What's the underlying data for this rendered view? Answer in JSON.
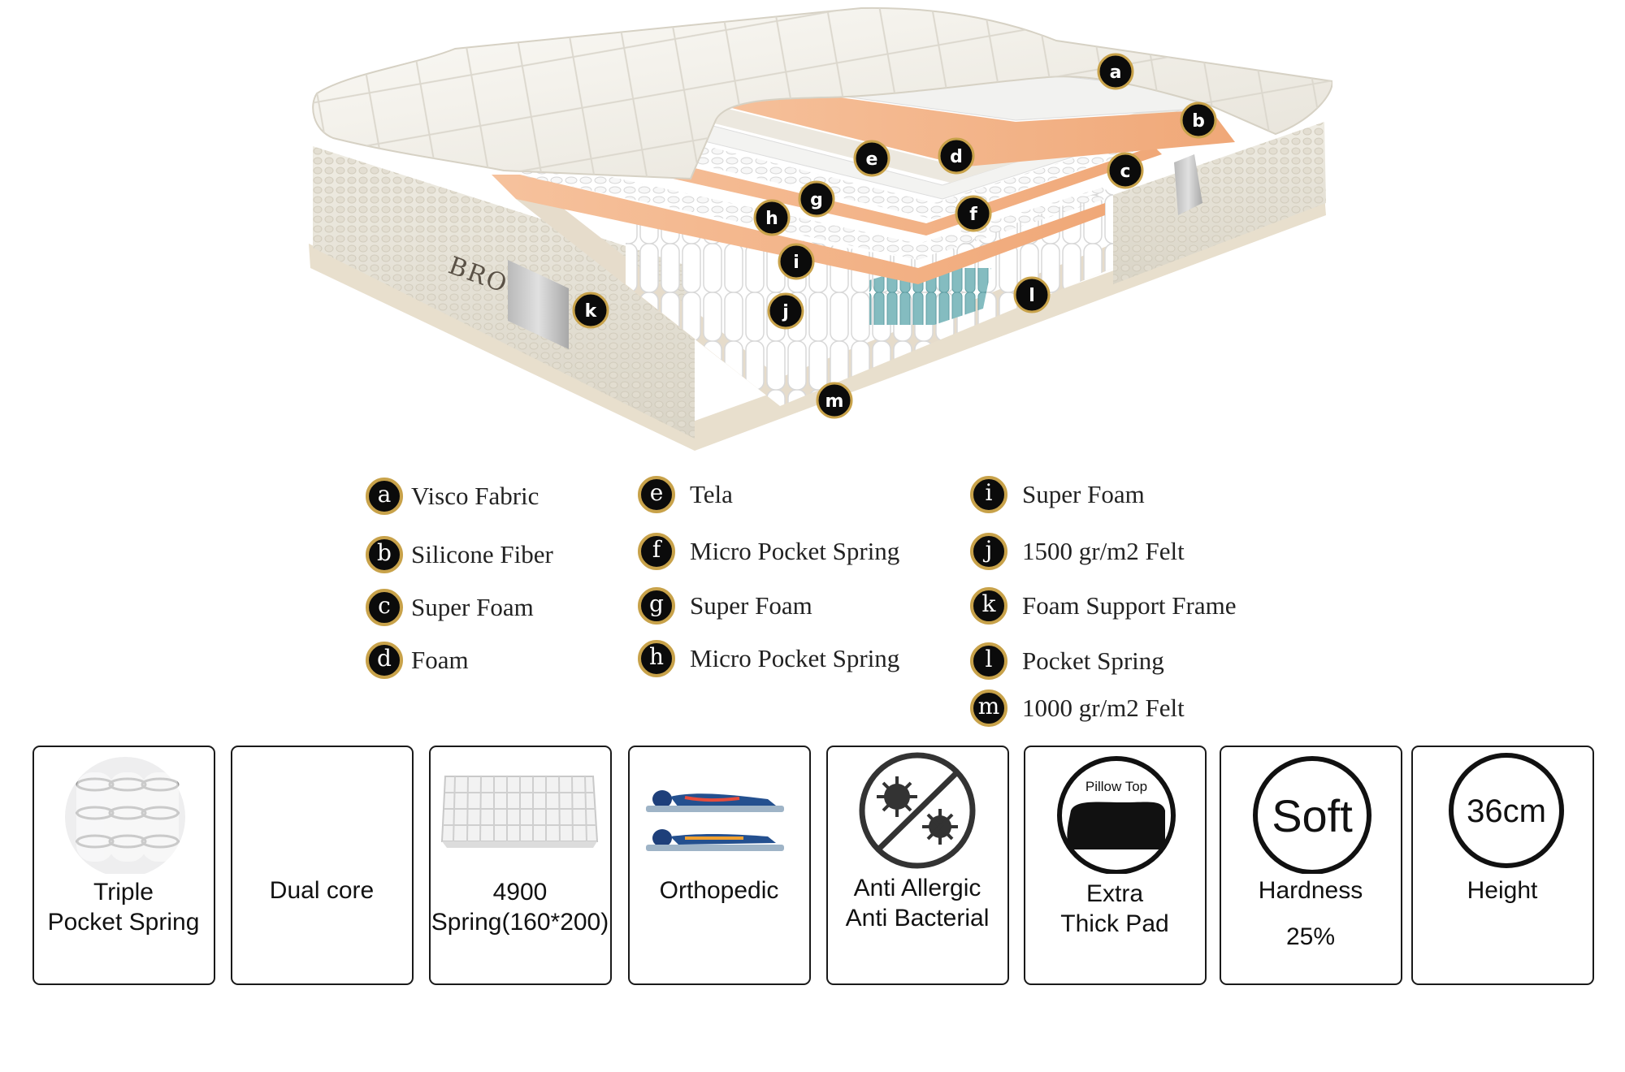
{
  "brand": "BROWN",
  "legend": [
    {
      "letter": "a",
      "label": "Visco Fabric"
    },
    {
      "letter": "b",
      "label": "Silicone Fiber"
    },
    {
      "letter": "c",
      "label": "Super Foam"
    },
    {
      "letter": "d",
      "label": "Foam"
    },
    {
      "letter": "e",
      "label": "Tela"
    },
    {
      "letter": "f",
      "label": "Micro Pocket Spring"
    },
    {
      "letter": "g",
      "label": "Super Foam"
    },
    {
      "letter": "h",
      "label": "Micro Pocket Spring"
    },
    {
      "letter": "i",
      "label": "Super Foam"
    },
    {
      "letter": "j",
      "label": "1500 gr/m2 Felt"
    },
    {
      "letter": "k",
      "label": "Foam Support Frame"
    },
    {
      "letter": "l",
      "label": "Pocket Spring"
    },
    {
      "letter": "m",
      "label": "1000 gr/m2 Felt"
    }
  ],
  "features": [
    {
      "icon": "triple-pocket-spring-icon",
      "line1": "Triple",
      "line2": "Pocket Spring"
    },
    {
      "icon": "none",
      "line1": "Dual core",
      "line2": ""
    },
    {
      "icon": "spring-block-icon",
      "line1": "4900",
      "line2": "Spring(160*200)"
    },
    {
      "icon": "spine-alignment-icon",
      "line1": "Orthopedic",
      "line2": ""
    },
    {
      "icon": "no-bacteria-icon",
      "line1": "Anti Allergic",
      "line2": "Anti Bacterial"
    },
    {
      "icon": "pillow-top-icon",
      "icon_text": "Pillow Top",
      "line1": "Extra",
      "line2": "Thick Pad"
    },
    {
      "icon": "soft-circle-icon",
      "icon_text": "Soft",
      "line1": "Hardness",
      "line2": "25%"
    },
    {
      "icon": "height-circle-icon",
      "icon_text": "36cm",
      "line1": "Height",
      "line2": ""
    }
  ],
  "colors": {
    "foam_orange": "#f3b58c",
    "fabric": "#f4f2ec",
    "felt": "#e9dfcf",
    "spring_teal": "#7fb9bd",
    "badge_ring": "#c8a24a"
  }
}
